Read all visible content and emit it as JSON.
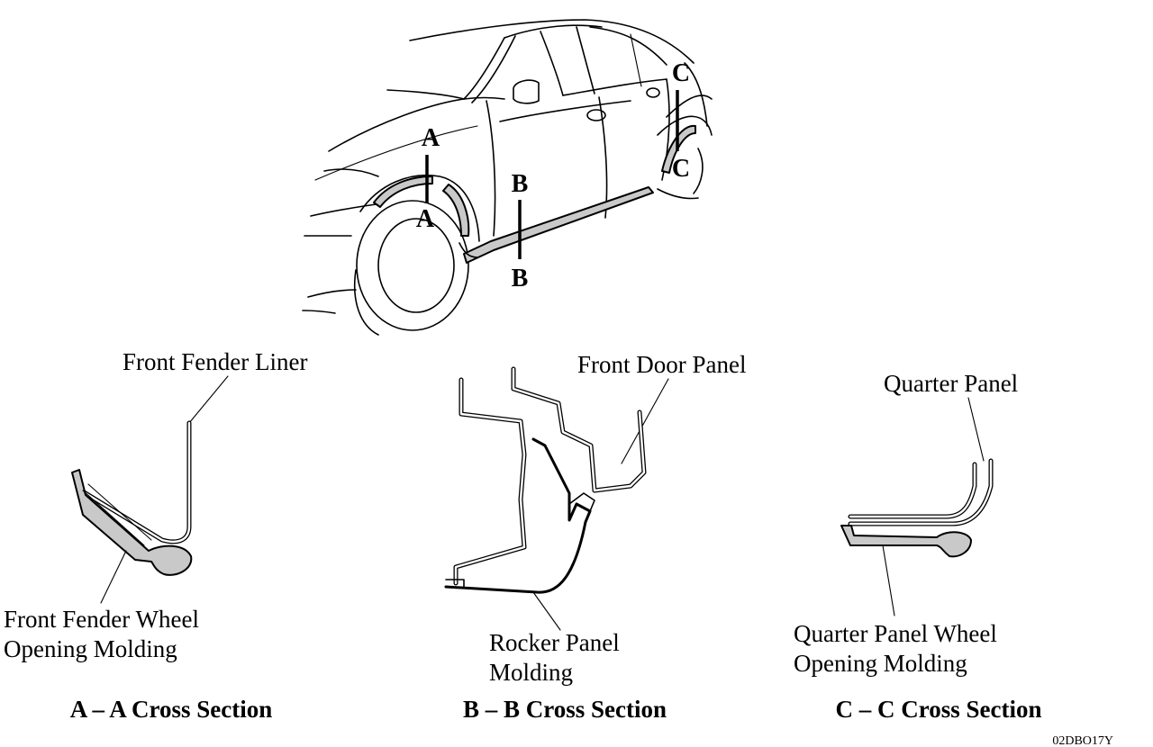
{
  "car_markers": {
    "a_top": "A",
    "a_bottom": "A",
    "b_top": "B",
    "b_bottom": "B",
    "c_top": "C",
    "c_bottom": "C"
  },
  "section_a": {
    "label_top": "Front Fender Liner",
    "label_bottom_line1": "Front Fender Wheel",
    "label_bottom_line2": "Opening Molding",
    "title": "A – A Cross Section"
  },
  "section_b": {
    "label_top": "Front Door Panel",
    "label_bottom_line1": "Rocker Panel",
    "label_bottom_line2": "Molding",
    "title": "B – B Cross Section"
  },
  "section_c": {
    "label_top": "Quarter Panel",
    "label_bottom_line1": "Quarter Panel Wheel",
    "label_bottom_line2": "Opening Molding",
    "title": "C – C Cross Section"
  },
  "figure_code": "02DBO17Y"
}
